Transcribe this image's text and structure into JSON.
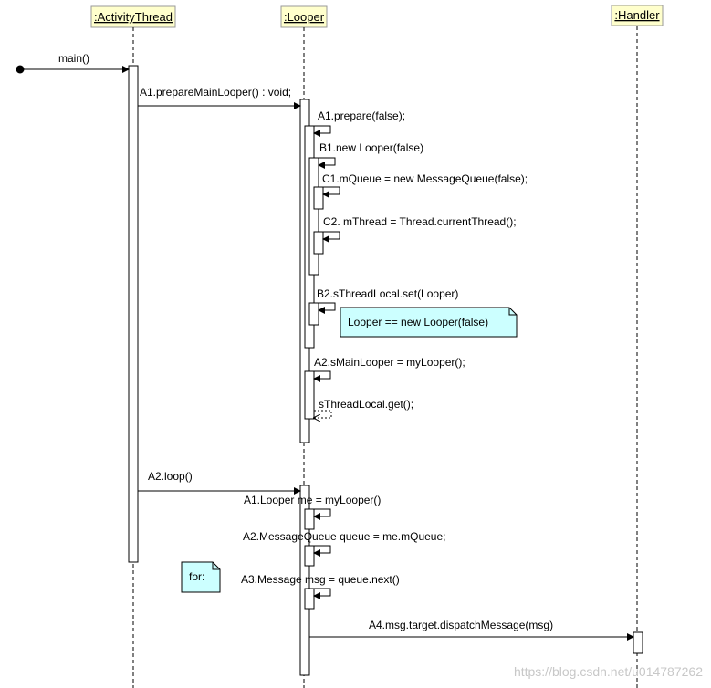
{
  "colors": {
    "participant_fill": "#ffffcc",
    "note_fill": "#ccffff",
    "line": "#000000",
    "watermark": "#c8c8c8"
  },
  "participants": {
    "activity_thread": ":ActivityThread",
    "looper": ":Looper",
    "handler": ":Handler"
  },
  "messages": {
    "main": "main()",
    "prepare_main_looper": "A1.prepareMainLooper() : void;",
    "prepare": "A1.prepare(false);",
    "new_looper": "B1.new Looper(false)",
    "m_queue": "C1.mQueue = new MessageQueue(false);",
    "m_thread": "C2.  mThread = Thread.currentThread();",
    "s_thread_local_set": "B2.sThreadLocal.set(Looper)",
    "s_main_looper": "A2.sMainLooper = myLooper();",
    "s_thread_local_get": "sThreadLocal.get();",
    "loop": "A2.loop()",
    "my_looper": "A1.Looper me = myLooper()",
    "message_queue": "A2.MessageQueue queue = me.mQueue;",
    "queue_next": "A3.Message msg = queue.next()",
    "dispatch": "A4.msg.target.dispatchMessage(msg)"
  },
  "notes": {
    "looper_note": "Looper == new Looper(false)",
    "for_note": "for:"
  },
  "watermark": "https://blog.csdn.net/u014787262"
}
